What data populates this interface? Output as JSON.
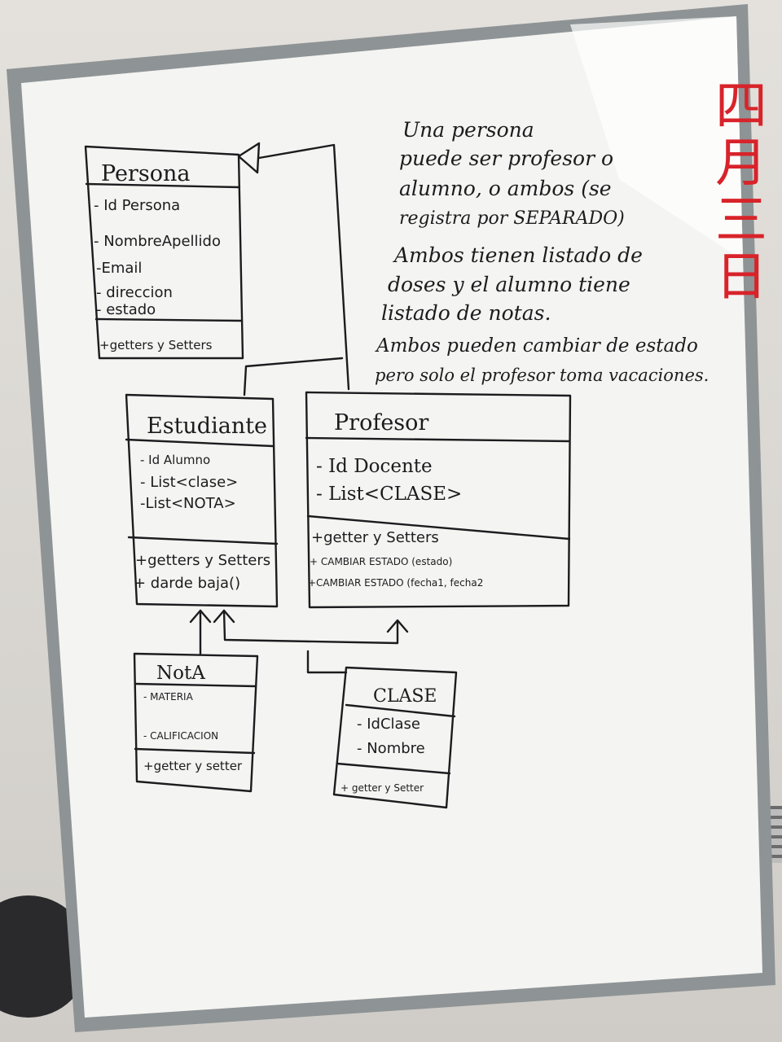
{
  "colors": {
    "board": "#f4f4f2",
    "frame": "#8e9395",
    "ink": "#1c1c1f",
    "red_marker": "#d8232a"
  },
  "note": {
    "lines": [
      "Una persona",
      "puede ser profesor o",
      "alumno, o ambos (se",
      "registra por SEPARADO)",
      "Ambos tienen listado de",
      "doses y el alumno tiene",
      "listado de notas.",
      "Ambos pueden cambiar de estado",
      "pero solo el profesor toma vacaciones."
    ]
  },
  "red_characters": [
    "四",
    "月",
    "三",
    "日"
  ],
  "classes": {
    "persona": {
      "name": "Persona",
      "attributes": [
        "- Id Persona",
        "- NombreApellido",
        "-Email",
        "- direccion",
        "- estado"
      ],
      "methods": [
        "+getters y Setters"
      ]
    },
    "estudiante": {
      "name": "Estudiante",
      "attributes": [
        "- Id Alumno",
        "- List<clase>",
        "-List<NOTA>"
      ],
      "methods": [
        "+getters y Setters",
        "+ darde baja()"
      ]
    },
    "profesor": {
      "name": "Profesor",
      "attributes": [
        "- Id Docente",
        "- List<CLASE>"
      ],
      "methods": [
        "+getter y Setters",
        "+ CAMBIAR ESTADO (estado)",
        "+CAMBIAR ESTADO (fecha1, fecha2"
      ]
    },
    "nota": {
      "name": "NotA",
      "attributes": [
        "- MATERIA",
        "- CALIFICACION"
      ],
      "methods": [
        "+getter y setter"
      ]
    },
    "clase": {
      "name": "CLASE",
      "attributes": [
        "- IdClase",
        "- Nombre"
      ],
      "methods": [
        "+ getter y Setter"
      ]
    }
  }
}
